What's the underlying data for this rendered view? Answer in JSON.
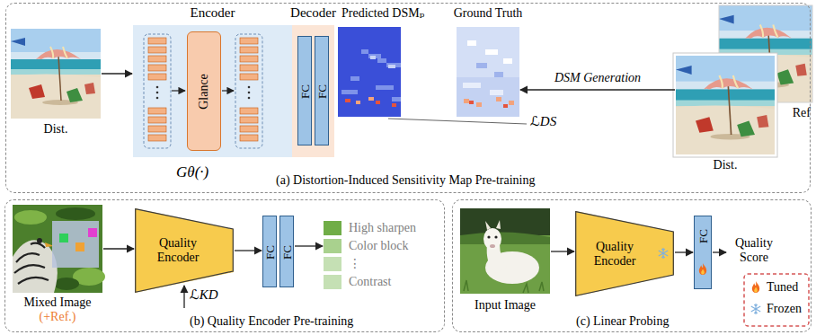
{
  "diagram": {
    "nodes": [
      {
        "text": [
          "(a) Distortion-Induced Sensitivity Map Pre-training"
        ]
      },
      {
        "text": [
          "Dist."
        ],
        "in": 0
      },
      {
        "text": [
          "Encoder"
        ],
        "in": 0
      },
      {
        "text": [
          "Glance"
        ],
        "in": 2
      },
      {
        "text": [
          "Decoder"
        ],
        "in": 0
      },
      {
        "text": [
          "FC"
        ],
        "in": 4
      },
      {
        "text": [
          "FC"
        ],
        "in": 4
      },
      {
        "text": [
          "Predicted DSMₚ"
        ],
        "in": 0
      },
      {
        "text": [
          "Ground Truth"
        ],
        "in": 0
      },
      {
        "text": [
          "Ref"
        ],
        "in": 0
      },
      {
        "text": [
          "Dist."
        ],
        "in": 0
      },
      {
        "text": [
          "(b) Quality Encoder Pre-training"
        ]
      },
      {
        "text": [
          "Mixed Image",
          "(+Ref.)"
        ],
        "in": 11
      },
      {
        "text": [
          "Quality Encoder"
        ],
        "in": 11
      },
      {
        "text": [
          "FC"
        ],
        "in": 11
      },
      {
        "text": [
          "FC"
        ],
        "in": 11
      },
      {
        "text": [
          "High sharpen"
        ],
        "in": 11
      },
      {
        "text": [
          "Color block"
        ],
        "in": 11
      },
      {
        "text": [
          "⋮"
        ],
        "in": 11
      },
      {
        "text": [
          "Contrast"
        ],
        "in": 11
      },
      {
        "text": [
          "(c) Linear Probing"
        ]
      },
      {
        "text": [
          "Input Image"
        ],
        "in": 20
      },
      {
        "text": [
          "Quality Encoder"
        ],
        "in": 20
      },
      {
        "text": [
          "FC"
        ],
        "in": 20
      }
    ],
    "edges": [
      {
        "from": 1,
        "to": 2,
        "arrow": "to"
      },
      {
        "from": 10,
        "to": 8,
        "arrow": "to",
        "label": "DSM Generation"
      },
      {
        "from": 12,
        "to": 13,
        "arrow": "to"
      },
      {
        "from": 13,
        "to": 14,
        "arrow": "to"
      },
      {
        "from": 15,
        "to": 17,
        "arrow": "to"
      },
      {
        "from": 21,
        "to": 22,
        "arrow": "to"
      },
      {
        "from": 22,
        "to": 23,
        "arrow": "to"
      }
    ],
    "labels": [
      "Gθ(·)",
      "ℒDS",
      "ℒKD",
      "Quality Score"
    ],
    "legend": [
      {
        "text": "Tuned"
      },
      {
        "text": "Frozen"
      }
    ]
  }
}
